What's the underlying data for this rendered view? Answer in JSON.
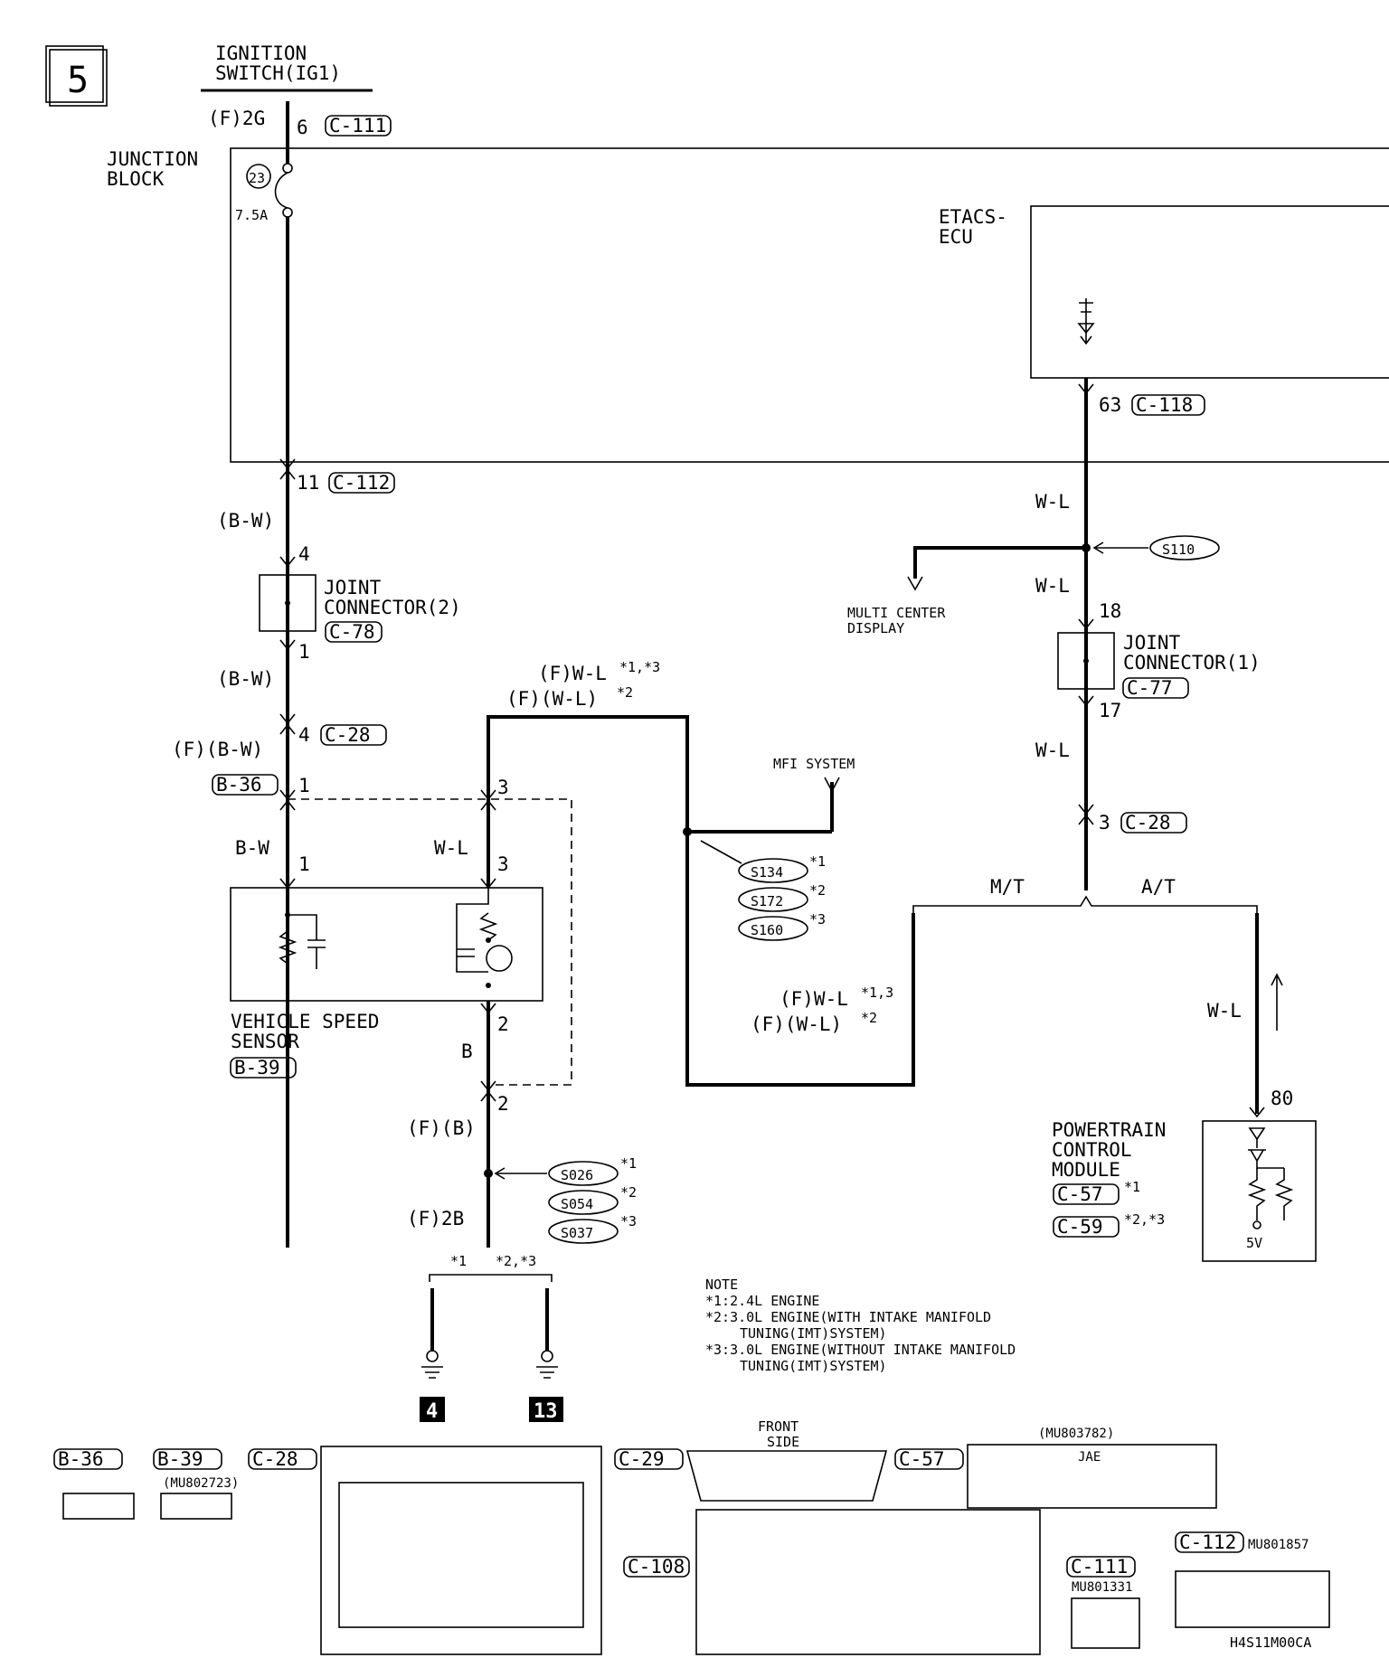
{
  "page_number": "5",
  "ignition_switch": {
    "line1": "IGNITION",
    "line2": "SWITCH(IG1)"
  },
  "junction_block": {
    "line1": "JUNCTION",
    "line2": "BLOCK",
    "fuse_num": "23",
    "fuse_rating": "7.5A"
  },
  "etacs": {
    "line1": "ETACS-",
    "line2": "ECU"
  },
  "labels": {
    "f2g": "(F)2G",
    "pin6": "6",
    "c111": "C-111",
    "pin11": "11",
    "c112": "C-112",
    "bw": "(B-W)",
    "pin4a": "4",
    "jc2_line1": "JOINT",
    "jc2_line2": "CONNECTOR(2)",
    "c78": "C-78",
    "pin1a": "1",
    "bw2": "(B-W)",
    "pin4b": "4",
    "c28a": "C-28",
    "fbw": "(F)(B-W)",
    "b36": "B-36",
    "pin1b": "1",
    "bwplain": "B-W",
    "pin1c": "1",
    "pin3a": "3",
    "wl_vss": "W-L",
    "pin3b": "3",
    "vss_line1": "VEHICLE SPEED",
    "vss_line2": "SENSOR",
    "b39": "B-39",
    "pin2a": "2",
    "b": "B",
    "pin2b": "2",
    "fb": "(F)(B)",
    "f2b": "(F)2B",
    "star1": "*1",
    "star23": "*2,*3",
    "ground4": "4",
    "ground13": "13",
    "fwl_top1": "(F)W-L",
    "fwl_top1_sup": "*1,*3",
    "fwl_top2": "(F)(W-L)",
    "fwl_top2_sup": "*2",
    "mfi": "MFI SYSTEM",
    "s134": "S134",
    "s172": "S172",
    "s160": "S160",
    "sup1": "*1",
    "sup2": "*2",
    "sup3": "*3",
    "fwl_mid1": "(F)W-L",
    "fwl_mid1_sup": "*1,3",
    "fwl_mid2": "(F)(W-L)",
    "fwl_mid2_sup": "*2",
    "s026": "S026",
    "s054": "S054",
    "s037": "S037",
    "pin63": "63",
    "c118": "C-118",
    "wl1": "W-L",
    "s110": "S110",
    "mcd_line1": "MULTI CENTER",
    "mcd_line2": "DISPLAY",
    "wl2": "W-L",
    "pin18": "18",
    "jc1_line1": "JOINT",
    "jc1_line2": "CONNECTOR(1)",
    "c77": "C-77",
    "pin17": "17",
    "wl3": "W-L",
    "pin3c": "3",
    "c28b": "C-28",
    "mt": "M/T",
    "at": "A/T",
    "wl4": "W-L",
    "pin80": "80",
    "pcm_line1": "POWERTRAIN",
    "pcm_line2": "CONTROL",
    "pcm_line3": "MODULE",
    "c57": "C-57",
    "c57_sup": "*1",
    "c59": "C-59",
    "c59_sup": "*2,*3",
    "v5": "5V"
  },
  "note": {
    "title": "NOTE",
    "line1": "*1:2.4L ENGINE",
    "line2": "*2:3.0L ENGINE(WITH INTAKE MANIFOLD",
    "line2b": "TUNING(IMT)SYSTEM)",
    "line3": "*3:3.0L ENGINE(WITHOUT INTAKE MANIFOLD",
    "line3b": "TUNING(IMT)SYSTEM)"
  },
  "connectors": {
    "b36": "B-36",
    "b39": "B-39",
    "b39_part": "(MU802723)",
    "c28": "C-28",
    "c29": "C-29",
    "front_line1": "FRONT",
    "front_line2": "SIDE",
    "c57": "C-57",
    "c57_part": "(MU803782)",
    "jae": "JAE",
    "c108": "C-108",
    "c111": "C-111",
    "c111_part": "MU801331",
    "c112": "C-112",
    "c112_part": "MU801857",
    "code": "H4S11M00CA"
  }
}
